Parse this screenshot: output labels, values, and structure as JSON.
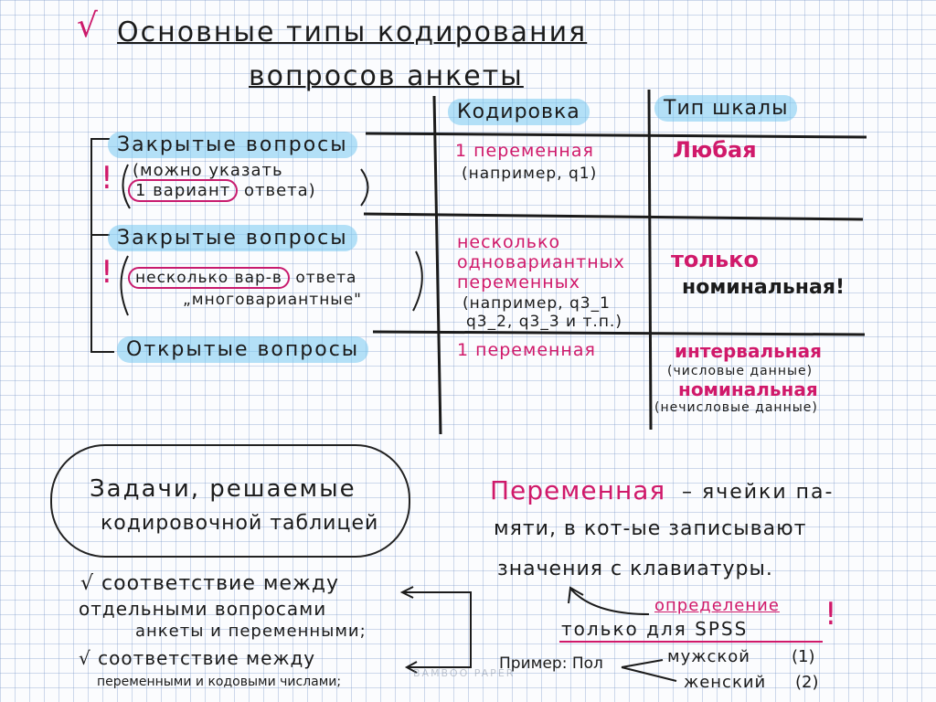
{
  "title": {
    "check": "√",
    "line1": "Основные типы кодирования",
    "line2": "вопросов анкеты"
  },
  "table": {
    "header_coding": "Кодировка",
    "header_scale": "Тип шкалы",
    "rows": [
      {
        "question": "Закрытые вопросы",
        "note_a": "(можно указать",
        "note_oval": "1 вариант",
        "note_b": "ответа)",
        "coding": "1 переменная",
        "coding_note": "(например, q1)",
        "scale": "Любая"
      },
      {
        "question": "Закрытые вопросы",
        "note_oval": "несколько вар-в",
        "note_a": "ответа",
        "note_b": "„многовариантные\"",
        "coding_1": "несколько",
        "coding_2": "одновариантных",
        "coding_3": "переменных",
        "coding_note_1": "(например, q3_1",
        "coding_note_2": "q3_2, q3_3 и т.п.)",
        "scale_1": "только",
        "scale_2": "номинальная!"
      },
      {
        "question": "Открытые вопросы",
        "coding": "1 переменная",
        "scale_1": "интервальная",
        "scale_1_note": "(числовые данные)",
        "scale_2": "номинальная",
        "scale_2_note": "(нечисловые данные)"
      }
    ],
    "bang": "!"
  },
  "tasks": {
    "title_1": "Задачи, решаемые",
    "title_2": "кодировочной таблицей",
    "item1_1": "√ соответствие между",
    "item1_2": "отдельными вопросами",
    "item1_3": "анкеты и переменными;",
    "item2_1": "√ соответствие между",
    "item2_2": "переменными и кодовыми числами;"
  },
  "definition": {
    "term": "Переменная",
    "text_1": "– ячейки па-",
    "text_2": "мяти, в кот-ые записывают",
    "text_3": "значения с клавиатуры.",
    "note_1": "определение",
    "note_2": "только для SPSS",
    "bang": "!",
    "example_label": "Пример: Пол",
    "example_1": "мужской",
    "example_1_code": "(1)",
    "example_2": "женский",
    "example_2_code": "(2)"
  },
  "watermark": "BAMBOO PAPER"
}
